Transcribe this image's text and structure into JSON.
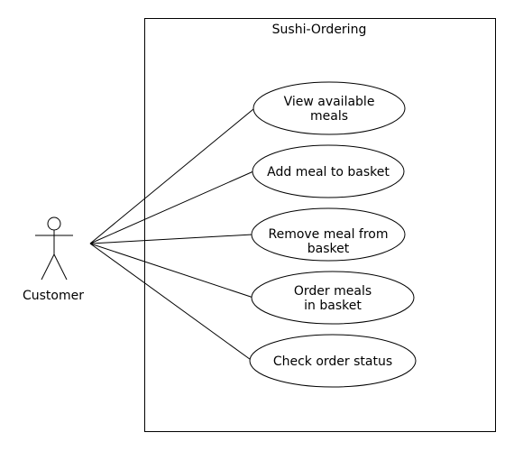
{
  "diagram": {
    "system": {
      "title": "Sushi-Ordering"
    },
    "actor": {
      "name": "Customer"
    },
    "use_cases": [
      {
        "id": "uc1",
        "lines": [
          "View available",
          "meals"
        ]
      },
      {
        "id": "uc2",
        "lines": [
          "Add meal to basket"
        ]
      },
      {
        "id": "uc3",
        "lines": [
          "Remove meal from",
          "basket"
        ]
      },
      {
        "id": "uc4",
        "lines": [
          "Order meals",
          "in basket"
        ]
      },
      {
        "id": "uc5",
        "lines": [
          "Check order status"
        ]
      }
    ],
    "colors": {
      "stroke": "#000000",
      "background": "#ffffff"
    }
  }
}
